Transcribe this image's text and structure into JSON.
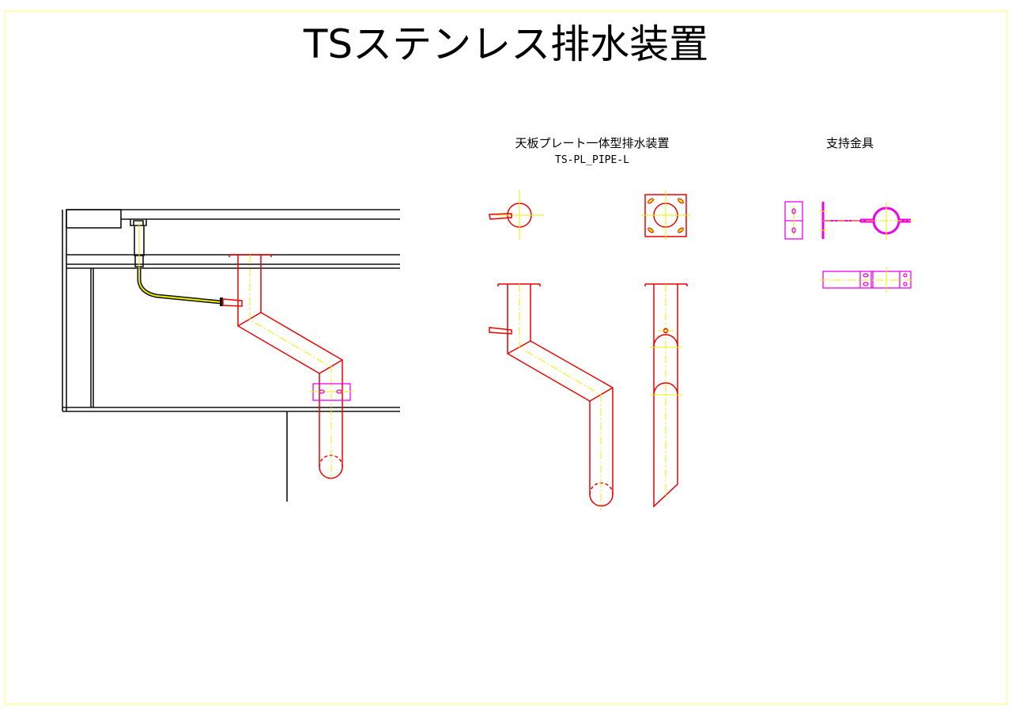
{
  "title": "TSステンレス排水装置",
  "views": {
    "drain_unit": {
      "label": "天板プレート一体型排水装置",
      "code": "TS-PL_PIPE-L"
    },
    "bracket": {
      "label": "支持金具"
    }
  },
  "colors": {
    "border": "#ffff66",
    "pipe": "#ee0000",
    "bracket": "#ee00ee",
    "centerline": "#eeee00",
    "structure": "#111111"
  }
}
